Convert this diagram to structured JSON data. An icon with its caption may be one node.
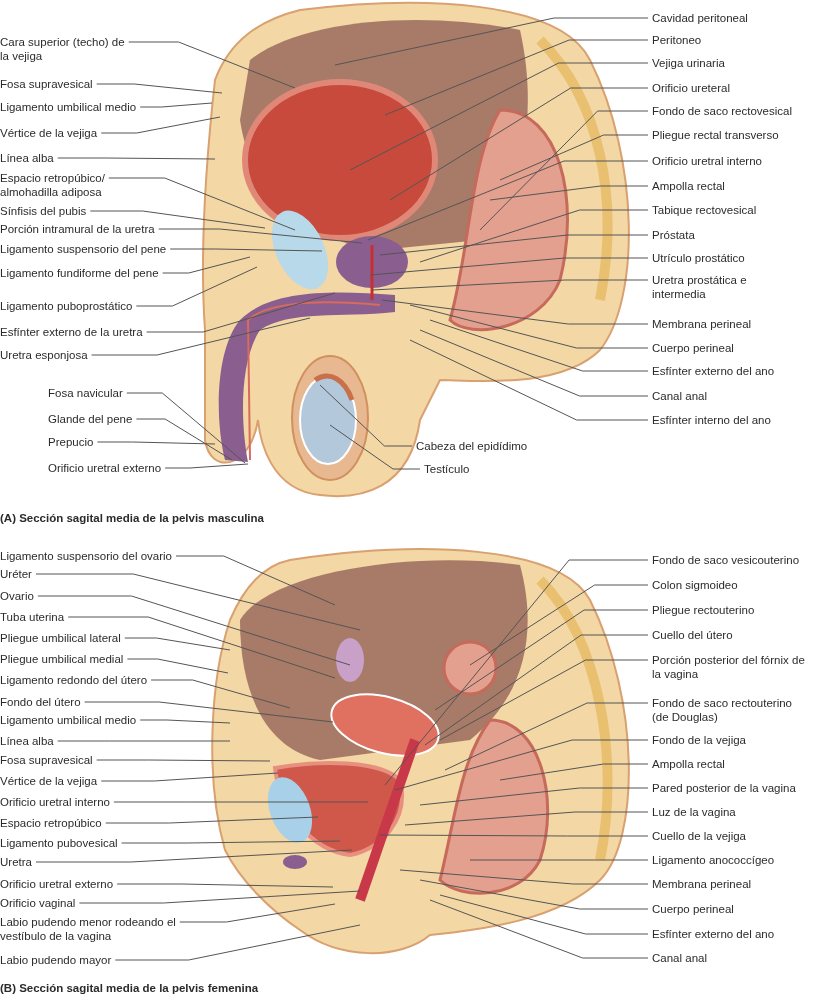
{
  "diagram": {
    "nodes": [
      {
        "text": [
          "Cara superior (techo) de la vejiga"
        ]
      },
      {
        "text": [
          "Fosa supravesical"
        ]
      },
      {
        "text": [
          "Ligamento umbilical medio"
        ]
      },
      {
        "text": [
          "Vértice de la vejiga"
        ]
      },
      {
        "text": [
          "Línea alba"
        ]
      },
      {
        "text": [
          "Espacio retropúbico/ almohadilla adiposa"
        ]
      },
      {
        "text": [
          "Sínfisis del pubis"
        ]
      },
      {
        "text": [
          "Porción intramural de la uretra"
        ]
      },
      {
        "text": [
          "Ligamento suspensorio del pene"
        ]
      },
      {
        "text": [
          "Ligamento fundiforme del pene"
        ]
      },
      {
        "text": [
          "Ligamento puboprostático"
        ]
      },
      {
        "text": [
          "Esfínter externo de la uretra"
        ]
      },
      {
        "text": [
          "Uretra esponjosa"
        ]
      },
      {
        "text": [
          "Fosa navicular"
        ]
      },
      {
        "text": [
          "Glande del pene"
        ]
      },
      {
        "text": [
          "Prepucio"
        ]
      },
      {
        "text": [
          "Orificio uretral externo"
        ]
      },
      {
        "text": [
          "Cavidad peritoneal"
        ]
      },
      {
        "text": [
          "Peritoneo"
        ]
      },
      {
        "text": [
          "Vejiga urinaria"
        ]
      },
      {
        "text": [
          "Orificio ureteral"
        ]
      },
      {
        "text": [
          "Fondo de saco rectovesical"
        ]
      },
      {
        "text": [
          "Pliegue rectal transverso"
        ]
      },
      {
        "text": [
          "Orificio uretral interno"
        ]
      },
      {
        "text": [
          "Ampolla rectal"
        ]
      },
      {
        "text": [
          "Tabique rectovesical"
        ]
      },
      {
        "text": [
          "Próstata"
        ]
      },
      {
        "text": [
          "Utrículo prostático"
        ]
      },
      {
        "text": [
          "Uretra prostática e intermedia"
        ]
      },
      {
        "text": [
          "Membrana perineal"
        ]
      },
      {
        "text": [
          "Cuerpo perineal"
        ]
      },
      {
        "text": [
          "Esfínter externo del ano"
        ]
      },
      {
        "text": [
          "Canal anal"
        ]
      },
      {
        "text": [
          "Esfínter interno del ano"
        ]
      },
      {
        "text": [
          "Cabeza del epidídimo"
        ]
      },
      {
        "text": [
          "Testículo"
        ]
      },
      {
        "text": [
          "Ligamento suspensorio del ovario"
        ]
      },
      {
        "text": [
          "Uréter"
        ]
      },
      {
        "text": [
          "Ovario"
        ]
      },
      {
        "text": [
          "Tuba uterina"
        ]
      },
      {
        "text": [
          "Pliegue umbilical lateral"
        ]
      },
      {
        "text": [
          "Pliegue umbilical medial"
        ]
      },
      {
        "text": [
          "Ligamento redondo del útero"
        ]
      },
      {
        "text": [
          "Fondo del útero"
        ]
      },
      {
        "text": [
          "Ligamento umbilical medio"
        ]
      },
      {
        "text": [
          "Línea alba"
        ]
      },
      {
        "text": [
          "Fosa supravesical"
        ]
      },
      {
        "text": [
          "Vértice de la vejiga"
        ]
      },
      {
        "text": [
          "Orificio uretral interno"
        ]
      },
      {
        "text": [
          "Espacio retropúbico"
        ]
      },
      {
        "text": [
          "Ligamento pubovesical"
        ]
      },
      {
        "text": [
          "Uretra"
        ]
      },
      {
        "text": [
          "Orificio uretral externo"
        ]
      },
      {
        "text": [
          "Orificio vaginal"
        ]
      },
      {
        "text": [
          "Labio pudendo menor rodeando el vestíbulo de la vagina"
        ]
      },
      {
        "text": [
          "Labio pudendo mayor"
        ]
      },
      {
        "text": [
          "Fondo de saco vesicouterino"
        ]
      },
      {
        "text": [
          "Colon sigmoideo"
        ]
      },
      {
        "text": [
          "Pliegue rectouterino"
        ]
      },
      {
        "text": [
          "Cuello del útero"
        ]
      },
      {
        "text": [
          "Porción posterior del fórnix de la vagina"
        ]
      },
      {
        "text": [
          "Fondo de saco rectouterino (de Douglas)"
        ]
      },
      {
        "text": [
          "Fondo de la vejiga"
        ]
      },
      {
        "text": [
          "Ampolla rectal"
        ]
      },
      {
        "text": [
          "Pared posterior de la vagina"
        ]
      },
      {
        "text": [
          "Luz de la vagina"
        ]
      },
      {
        "text": [
          "Cuello de la vejiga"
        ]
      },
      {
        "text": [
          "Ligamento anococcígeo"
        ]
      },
      {
        "text": [
          "Membrana perineal"
        ]
      },
      {
        "text": [
          "Cuerpo perineal"
        ]
      },
      {
        "text": [
          "Esfínter externo del ano"
        ]
      },
      {
        "text": [
          "Canal anal"
        ]
      }
    ],
    "edges": [
      {
        "from": 0,
        "to": null,
        "arrow": "none"
      },
      {
        "from": 1,
        "to": null,
        "arrow": "none"
      },
      {
        "from": 2,
        "to": null,
        "arrow": "none"
      },
      {
        "from": 3,
        "to": null,
        "arrow": "none"
      },
      {
        "from": 4,
        "to": null,
        "arrow": "none"
      },
      {
        "from": 5,
        "to": null,
        "arrow": "none"
      },
      {
        "from": 6,
        "to": null,
        "arrow": "none"
      },
      {
        "from": 7,
        "to": null,
        "arrow": "none"
      },
      {
        "from": 8,
        "to": null,
        "arrow": "none"
      },
      {
        "from": 9,
        "to": null,
        "arrow": "none"
      },
      {
        "from": 10,
        "to": null,
        "arrow": "none"
      },
      {
        "from": 11,
        "to": null,
        "arrow": "none"
      },
      {
        "from": 12,
        "to": null,
        "arrow": "none"
      },
      {
        "from": 13,
        "to": null,
        "arrow": "none"
      },
      {
        "from": 14,
        "to": null,
        "arrow": "none"
      },
      {
        "from": 15,
        "to": null,
        "arrow": "none"
      },
      {
        "from": 16,
        "to": null,
        "arrow": "none"
      },
      {
        "from": 17,
        "to": null,
        "arrow": "none"
      },
      {
        "from": 18,
        "to": null,
        "arrow": "none"
      },
      {
        "from": 19,
        "to": null,
        "arrow": "none"
      },
      {
        "from": 20,
        "to": null,
        "arrow": "none"
      },
      {
        "from": 21,
        "to": null,
        "arrow": "none"
      },
      {
        "from": 22,
        "to": null,
        "arrow": "none"
      },
      {
        "from": 23,
        "to": null,
        "arrow": "none"
      },
      {
        "from": 24,
        "to": null,
        "arrow": "none"
      },
      {
        "from": 25,
        "to": null,
        "arrow": "none"
      },
      {
        "from": 26,
        "to": null,
        "arrow": "none"
      },
      {
        "from": 27,
        "to": null,
        "arrow": "none"
      },
      {
        "from": 28,
        "to": null,
        "arrow": "none"
      },
      {
        "from": 29,
        "to": null,
        "arrow": "none"
      },
      {
        "from": 30,
        "to": null,
        "arrow": "none"
      },
      {
        "from": 31,
        "to": null,
        "arrow": "none"
      },
      {
        "from": 32,
        "to": null,
        "arrow": "none"
      },
      {
        "from": 33,
        "to": null,
        "arrow": "none"
      },
      {
        "from": 34,
        "to": null,
        "arrow": "none"
      },
      {
        "from": 35,
        "to": null,
        "arrow": "none"
      },
      {
        "from": 36,
        "to": null,
        "arrow": "none"
      },
      {
        "from": 37,
        "to": null,
        "arrow": "none"
      },
      {
        "from": 38,
        "to": null,
        "arrow": "none"
      },
      {
        "from": 39,
        "to": null,
        "arrow": "none"
      },
      {
        "from": 40,
        "to": null,
        "arrow": "none"
      },
      {
        "from": 41,
        "to": null,
        "arrow": "none"
      },
      {
        "from": 42,
        "to": null,
        "arrow": "none"
      },
      {
        "from": 43,
        "to": null,
        "arrow": "none"
      },
      {
        "from": 44,
        "to": null,
        "arrow": "none"
      },
      {
        "from": 45,
        "to": null,
        "arrow": "none"
      },
      {
        "from": 46,
        "to": null,
        "arrow": "none"
      },
      {
        "from": 47,
        "to": null,
        "arrow": "none"
      },
      {
        "from": 48,
        "to": null,
        "arrow": "none"
      },
      {
        "from": 49,
        "to": null,
        "arrow": "none"
      },
      {
        "from": 50,
        "to": null,
        "arrow": "none"
      },
      {
        "from": 51,
        "to": null,
        "arrow": "none"
      },
      {
        "from": 52,
        "to": null,
        "arrow": "none"
      },
      {
        "from": 53,
        "to": null,
        "arrow": "none"
      },
      {
        "from": 54,
        "to": null,
        "arrow": "none"
      },
      {
        "from": 55,
        "to": null,
        "arrow": "none"
      },
      {
        "from": 56,
        "to": null,
        "arrow": "none"
      },
      {
        "from": 57,
        "to": null,
        "arrow": "none"
      },
      {
        "from": 58,
        "to": null,
        "arrow": "none"
      },
      {
        "from": 59,
        "to": null,
        "arrow": "none"
      },
      {
        "from": 60,
        "to": null,
        "arrow": "none"
      },
      {
        "from": 61,
        "to": null,
        "arrow": "none"
      },
      {
        "from": 62,
        "to": null,
        "arrow": "none"
      },
      {
        "from": 63,
        "to": null,
        "arrow": "none"
      },
      {
        "from": 64,
        "to": null,
        "arrow": "none"
      },
      {
        "from": 65,
        "to": null,
        "arrow": "none"
      },
      {
        "from": 66,
        "to": null,
        "arrow": "none"
      },
      {
        "from": 67,
        "to": null,
        "arrow": "none"
      },
      {
        "from": 68,
        "to": null,
        "arrow": "none"
      },
      {
        "from": 69,
        "to": null,
        "arrow": "none"
      },
      {
        "from": 70,
        "to": null,
        "arrow": "none"
      },
      {
        "from": 71,
        "to": null,
        "arrow": "none"
      }
    ],
    "labels": [
      "(A) Sección sagital media de la pelvis masculina",
      "(B) Sección sagital media de la pelvis femenina"
    ]
  }
}
